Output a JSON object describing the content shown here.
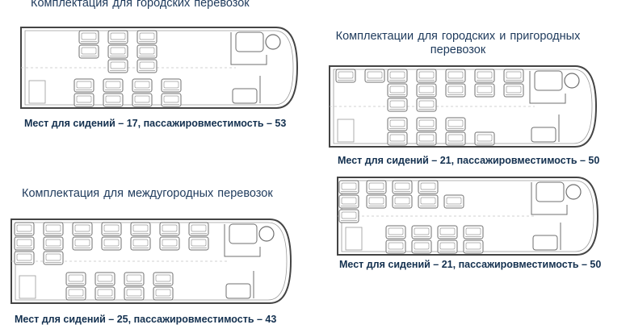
{
  "layouts": [
    {
      "id": "city",
      "heading": "Комплектация   для городских   перевозок",
      "caption": "Мест для сидений – 17, пассажировместимость – 53"
    },
    {
      "id": "city-suburban",
      "heading_line1": "Комплектации   для городских    и пригородных",
      "heading_line2": "перевозок",
      "caption": "Мест для сидений – 21, пассажировместимость – 50"
    },
    {
      "id": "city-suburban-alt",
      "caption": "Мест для сидений – 21, пассажировместимость – 50"
    },
    {
      "id": "intercity",
      "heading": "Комплектация   для междугородных перевозок",
      "caption": "Мест для сидений – 25, пассажировместимость – 43"
    }
  ]
}
